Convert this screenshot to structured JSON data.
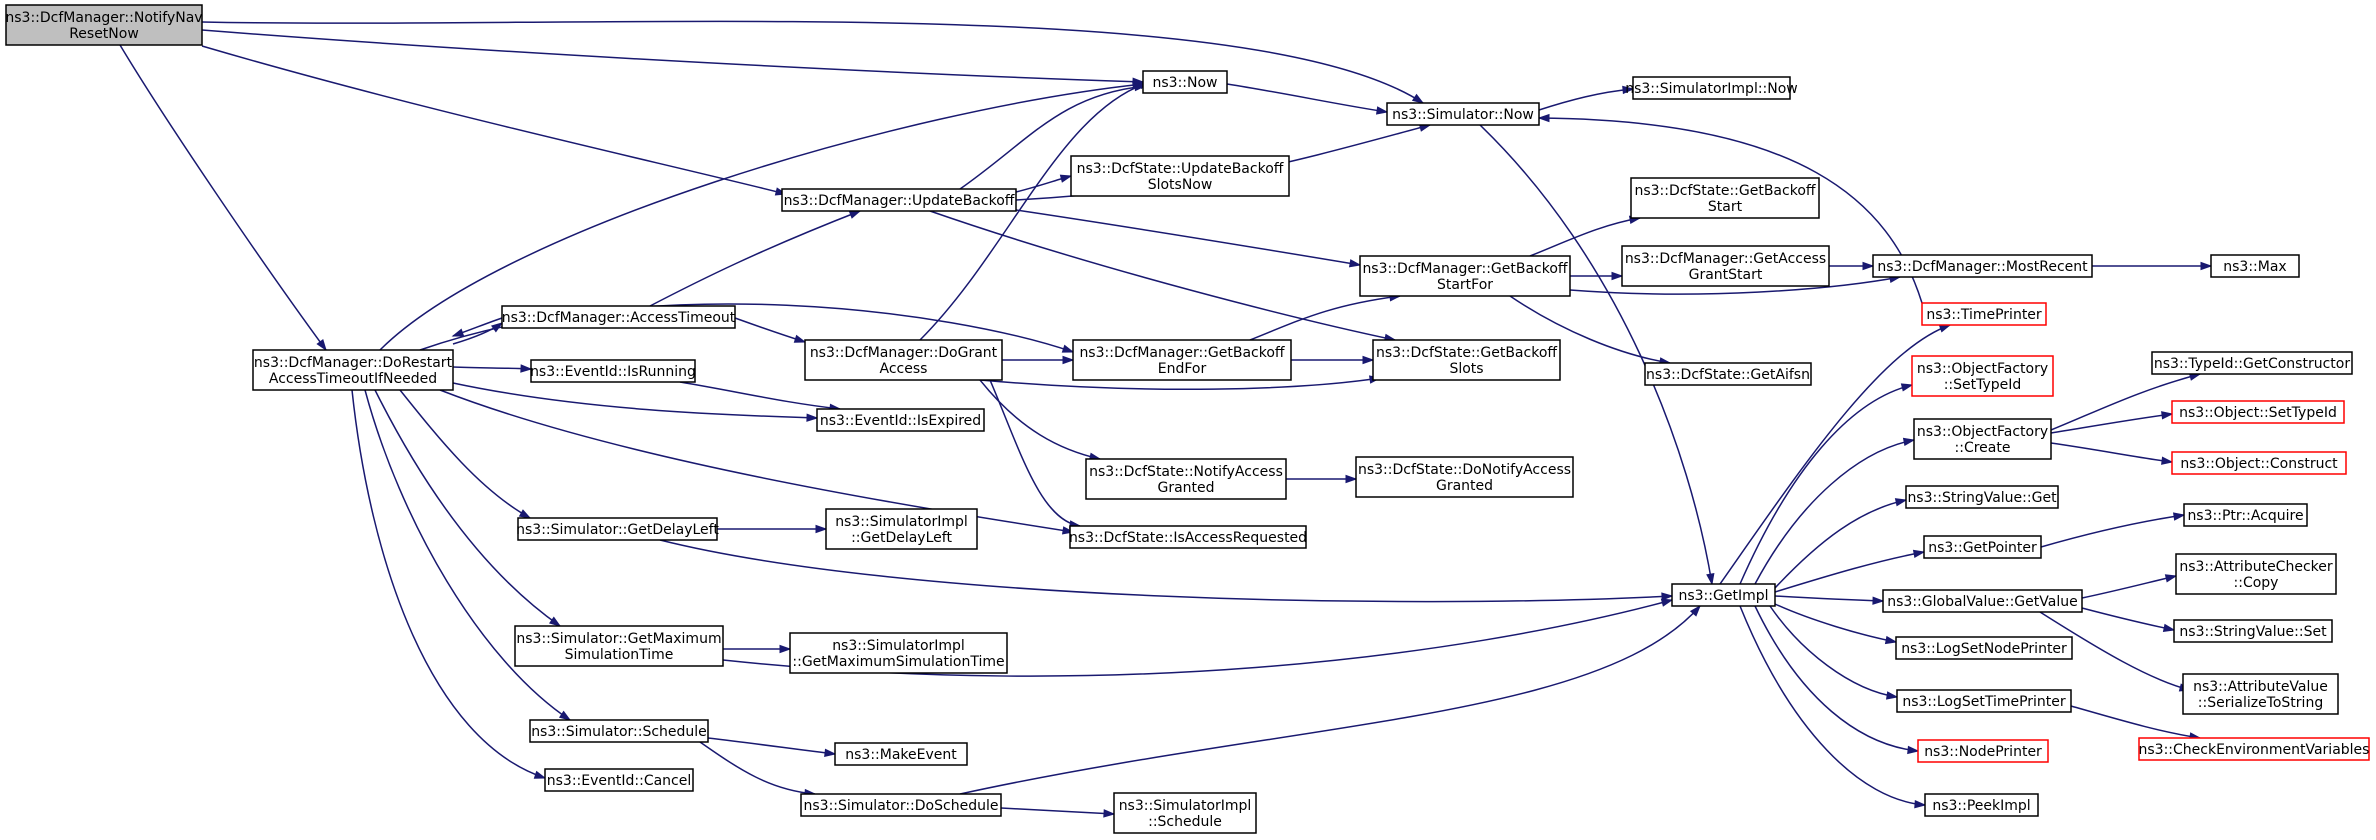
{
  "diagram": {
    "title": "",
    "colors": {
      "edge": "#191970",
      "node_border": "#000000",
      "node_border_truncated": "#ff0000",
      "root_fill": "#bfbfbf",
      "node_fill": "#ffffff"
    },
    "nodes": [
      {
        "id": "root",
        "lines": [
          "ns3::DcfManager::NotifyNav",
          "ResetNow"
        ],
        "style": "root"
      },
      {
        "id": "doRestart",
        "lines": [
          "ns3::DcfManager::DoRestart",
          "AccessTimeoutIfNeeded"
        ],
        "style": "normal"
      },
      {
        "id": "now",
        "lines": [
          "ns3::Now"
        ],
        "style": "normal"
      },
      {
        "id": "simNow",
        "lines": [
          "ns3::Simulator::Now"
        ],
        "style": "normal"
      },
      {
        "id": "simImplNow",
        "lines": [
          "ns3::SimulatorImpl::Now"
        ],
        "style": "normal"
      },
      {
        "id": "updateBackoffSlots",
        "lines": [
          "ns3::DcfState::UpdateBackoff",
          "SlotsNow"
        ],
        "style": "normal"
      },
      {
        "id": "updateBackoff",
        "lines": [
          "ns3::DcfManager::UpdateBackoff"
        ],
        "style": "normal"
      },
      {
        "id": "getBackoffStart",
        "lines": [
          "ns3::DcfState::GetBackoff",
          "Start"
        ],
        "style": "normal"
      },
      {
        "id": "getBackoffStartFor",
        "lines": [
          "ns3::DcfManager::GetBackoff",
          "StartFor"
        ],
        "style": "normal"
      },
      {
        "id": "getAccessGrantStart",
        "lines": [
          "ns3::DcfManager::GetAccess",
          "GrantStart"
        ],
        "style": "normal"
      },
      {
        "id": "mostRecent",
        "lines": [
          "ns3::DcfManager::MostRecent"
        ],
        "style": "normal"
      },
      {
        "id": "max",
        "lines": [
          "ns3::Max"
        ],
        "style": "normal"
      },
      {
        "id": "timePrinter",
        "lines": [
          "ns3::TimePrinter"
        ],
        "style": "truncated"
      },
      {
        "id": "accessTimeout",
        "lines": [
          "ns3::DcfManager::AccessTimeout"
        ],
        "style": "normal"
      },
      {
        "id": "doGrantAccess",
        "lines": [
          "ns3::DcfManager::DoGrant",
          "Access"
        ],
        "style": "normal"
      },
      {
        "id": "getBackoffEndFor",
        "lines": [
          "ns3::DcfManager::GetBackoff",
          "EndFor"
        ],
        "style": "normal"
      },
      {
        "id": "getBackoffSlots",
        "lines": [
          "ns3::DcfState::GetBackoff",
          "Slots"
        ],
        "style": "normal"
      },
      {
        "id": "getAifsn",
        "lines": [
          "ns3::DcfState::GetAifsn"
        ],
        "style": "normal"
      },
      {
        "id": "isRunning",
        "lines": [
          "ns3::EventId::IsRunning"
        ],
        "style": "normal"
      },
      {
        "id": "isExpired",
        "lines": [
          "ns3::EventId::IsExpired"
        ],
        "style": "normal"
      },
      {
        "id": "notifyAccessGranted",
        "lines": [
          "ns3::DcfState::NotifyAccess",
          "Granted"
        ],
        "style": "normal"
      },
      {
        "id": "doNotifyAccessGranted",
        "lines": [
          "ns3::DcfState::DoNotifyAccess",
          "Granted"
        ],
        "style": "normal"
      },
      {
        "id": "getDelayLeft",
        "lines": [
          "ns3::Simulator::GetDelayLeft"
        ],
        "style": "normal"
      },
      {
        "id": "implGetDelayLeft",
        "lines": [
          "ns3::SimulatorImpl",
          "::GetDelayLeft"
        ],
        "style": "normal"
      },
      {
        "id": "isAccessRequested",
        "lines": [
          "ns3::DcfState::IsAccessRequested"
        ],
        "style": "normal"
      },
      {
        "id": "getImpl",
        "lines": [
          "ns3::GetImpl"
        ],
        "style": "normal"
      },
      {
        "id": "getMaxSimTime",
        "lines": [
          "ns3::Simulator::GetMaximum",
          "SimulationTime"
        ],
        "style": "normal"
      },
      {
        "id": "implGetMaxSimTime",
        "lines": [
          "ns3::SimulatorImpl",
          "::GetMaximumSimulationTime"
        ],
        "style": "normal"
      },
      {
        "id": "schedule",
        "lines": [
          "ns3::Simulator::Schedule"
        ],
        "style": "normal"
      },
      {
        "id": "makeEvent",
        "lines": [
          "ns3::MakeEvent"
        ],
        "style": "normal"
      },
      {
        "id": "cancel",
        "lines": [
          "ns3::EventId::Cancel"
        ],
        "style": "normal"
      },
      {
        "id": "doSchedule",
        "lines": [
          "ns3::Simulator::DoSchedule"
        ],
        "style": "normal"
      },
      {
        "id": "implSchedule",
        "lines": [
          "ns3::SimulatorImpl",
          "::Schedule"
        ],
        "style": "normal"
      },
      {
        "id": "objFactorySetTypeId",
        "lines": [
          "ns3::ObjectFactory",
          "::SetTypeId"
        ],
        "style": "truncated"
      },
      {
        "id": "objFactoryCreate",
        "lines": [
          "ns3::ObjectFactory",
          "::Create"
        ],
        "style": "normal"
      },
      {
        "id": "typeIdGetConstructor",
        "lines": [
          "ns3::TypeId::GetConstructor"
        ],
        "style": "normal"
      },
      {
        "id": "objectSetTypeId",
        "lines": [
          "ns3::Object::SetTypeId"
        ],
        "style": "truncated"
      },
      {
        "id": "objectConstruct",
        "lines": [
          "ns3::Object::Construct"
        ],
        "style": "truncated"
      },
      {
        "id": "stringValueGet",
        "lines": [
          "ns3::StringValue::Get"
        ],
        "style": "normal"
      },
      {
        "id": "getPointer",
        "lines": [
          "ns3::GetPointer"
        ],
        "style": "normal"
      },
      {
        "id": "ptrAcquire",
        "lines": [
          "ns3::Ptr::Acquire"
        ],
        "style": "normal"
      },
      {
        "id": "globalValueGetValue",
        "lines": [
          "ns3::GlobalValue::GetValue"
        ],
        "style": "normal"
      },
      {
        "id": "attrCheckerCopy",
        "lines": [
          "ns3::AttributeChecker",
          "::Copy"
        ],
        "style": "normal"
      },
      {
        "id": "stringValueSet",
        "lines": [
          "ns3::StringValue::Set"
        ],
        "style": "normal"
      },
      {
        "id": "attrValueSerialize",
        "lines": [
          "ns3::AttributeValue",
          "::SerializeToString"
        ],
        "style": "normal"
      },
      {
        "id": "logSetNodePrinter",
        "lines": [
          "ns3::LogSetNodePrinter"
        ],
        "style": "normal"
      },
      {
        "id": "logSetTimePrinter",
        "lines": [
          "ns3::LogSetTimePrinter"
        ],
        "style": "normal"
      },
      {
        "id": "nodePrinter",
        "lines": [
          "ns3::NodePrinter"
        ],
        "style": "truncated"
      },
      {
        "id": "checkEnvVars",
        "lines": [
          "ns3::CheckEnvironmentVariables"
        ],
        "style": "truncated"
      },
      {
        "id": "peekImpl",
        "lines": [
          "ns3::PeekImpl"
        ],
        "style": "normal"
      }
    ],
    "edges": [
      [
        "root",
        "doRestart"
      ],
      [
        "root",
        "now"
      ],
      [
        "root",
        "simNow"
      ],
      [
        "root",
        "updateBackoff"
      ],
      [
        "doRestart",
        "now"
      ],
      [
        "doRestart",
        "accessTimeout"
      ],
      [
        "doRestart",
        "getBackoffEndFor"
      ],
      [
        "doRestart",
        "isRunning"
      ],
      [
        "doRestart",
        "isExpired"
      ],
      [
        "doRestart",
        "getDelayLeft"
      ],
      [
        "doRestart",
        "isAccessRequested"
      ],
      [
        "doRestart",
        "getMaxSimTime"
      ],
      [
        "doRestart",
        "schedule"
      ],
      [
        "doRestart",
        "cancel"
      ],
      [
        "now",
        "simNow"
      ],
      [
        "simNow",
        "simImplNow"
      ],
      [
        "simNow",
        "getImpl"
      ],
      [
        "updateBackoff",
        "now"
      ],
      [
        "updateBackoff",
        "updateBackoffSlots"
      ],
      [
        "updateBackoff",
        "simNow"
      ],
      [
        "updateBackoff",
        "getBackoffStartFor"
      ],
      [
        "updateBackoff",
        "getBackoffSlots"
      ],
      [
        "getBackoffStartFor",
        "getBackoffStart"
      ],
      [
        "getBackoffStartFor",
        "getAccessGrantStart"
      ],
      [
        "getBackoffStartFor",
        "mostRecent"
      ],
      [
        "getBackoffStartFor",
        "getAifsn"
      ],
      [
        "getAccessGrantStart",
        "mostRecent"
      ],
      [
        "mostRecent",
        "max"
      ],
      [
        "timePrinter",
        "simNow"
      ],
      [
        "accessTimeout",
        "updateBackoff"
      ],
      [
        "accessTimeout",
        "doRestart"
      ],
      [
        "accessTimeout",
        "doGrantAccess"
      ],
      [
        "doGrantAccess",
        "now"
      ],
      [
        "doGrantAccess",
        "getBackoffEndFor"
      ],
      [
        "doGrantAccess",
        "getBackoffSlots"
      ],
      [
        "doGrantAccess",
        "notifyAccessGranted"
      ],
      [
        "doGrantAccess",
        "isAccessRequested"
      ],
      [
        "getBackoffEndFor",
        "getBackoffStartFor"
      ],
      [
        "getBackoffEndFor",
        "getBackoffSlots"
      ],
      [
        "isRunning",
        "isExpired"
      ],
      [
        "notifyAccessGranted",
        "doNotifyAccessGranted"
      ],
      [
        "getDelayLeft",
        "implGetDelayLeft"
      ],
      [
        "getDelayLeft",
        "getImpl"
      ],
      [
        "getMaxSimTime",
        "implGetMaxSimTime"
      ],
      [
        "getMaxSimTime",
        "getImpl"
      ],
      [
        "schedule",
        "makeEvent"
      ],
      [
        "schedule",
        "doSchedule"
      ],
      [
        "doSchedule",
        "implSchedule"
      ],
      [
        "doSchedule",
        "getImpl"
      ],
      [
        "getImpl",
        "timePrinter"
      ],
      [
        "getImpl",
        "objFactorySetTypeId"
      ],
      [
        "getImpl",
        "objFactoryCreate"
      ],
      [
        "getImpl",
        "stringValueGet"
      ],
      [
        "getImpl",
        "getPointer"
      ],
      [
        "getImpl",
        "globalValueGetValue"
      ],
      [
        "getImpl",
        "logSetNodePrinter"
      ],
      [
        "getImpl",
        "logSetTimePrinter"
      ],
      [
        "getImpl",
        "nodePrinter"
      ],
      [
        "getImpl",
        "peekImpl"
      ],
      [
        "objFactoryCreate",
        "typeIdGetConstructor"
      ],
      [
        "objFactoryCreate",
        "objectSetTypeId"
      ],
      [
        "objFactoryCreate",
        "objectConstruct"
      ],
      [
        "getPointer",
        "ptrAcquire"
      ],
      [
        "globalValueGetValue",
        "attrCheckerCopy"
      ],
      [
        "globalValueGetValue",
        "stringValueSet"
      ],
      [
        "globalValueGetValue",
        "attrValueSerialize"
      ],
      [
        "logSetTimePrinter",
        "checkEnvVars"
      ]
    ]
  }
}
